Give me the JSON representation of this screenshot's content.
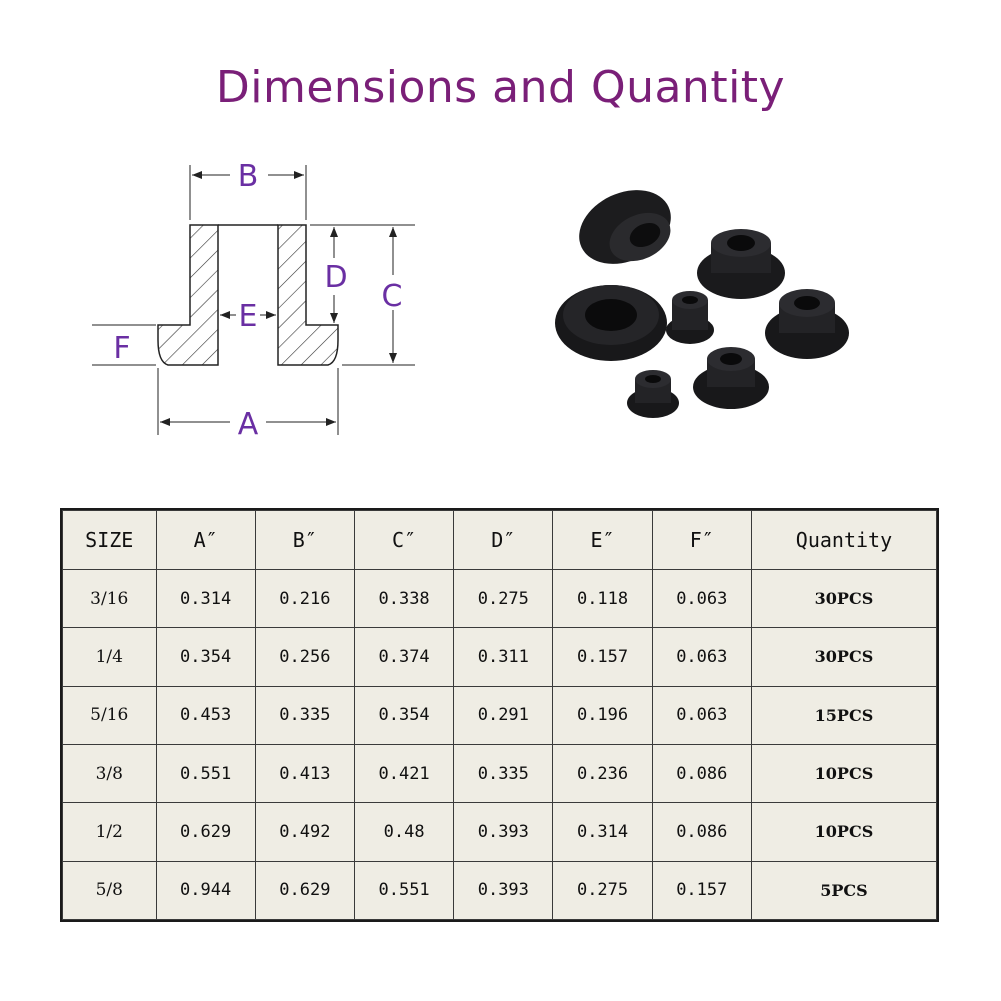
{
  "title": "Dimensions and Quantity",
  "diagram_labels": {
    "A": "A",
    "B": "B",
    "C": "C",
    "D": "D",
    "E": "E",
    "F": "F"
  },
  "colors": {
    "title": "#7a1f78",
    "dimension_labels": "#6a2fa3",
    "table_background": "#efede4"
  },
  "table": {
    "headers": [
      "SIZE",
      "A″",
      "B″",
      "C″",
      "D″",
      "E″",
      "F″",
      "Quantity"
    ],
    "rows": [
      [
        "3/16",
        "0.314",
        "0.216",
        "0.338",
        "0.275",
        "0.118",
        "0.063",
        "30PCS"
      ],
      [
        "1/4",
        "0.354",
        "0.256",
        "0.374",
        "0.311",
        "0.157",
        "0.063",
        "30PCS"
      ],
      [
        "5/16",
        "0.453",
        "0.335",
        "0.354",
        "0.291",
        "0.196",
        "0.063",
        "15PCS"
      ],
      [
        "3/8",
        "0.551",
        "0.413",
        "0.421",
        "0.335",
        "0.236",
        "0.086",
        "10PCS"
      ],
      [
        "1/2",
        "0.629",
        "0.492",
        "0.48",
        "0.393",
        "0.314",
        "0.086",
        "10PCS"
      ],
      [
        "5/8",
        "0.944",
        "0.629",
        "0.551",
        "0.393",
        "0.275",
        "0.157",
        "5PCS"
      ]
    ]
  }
}
